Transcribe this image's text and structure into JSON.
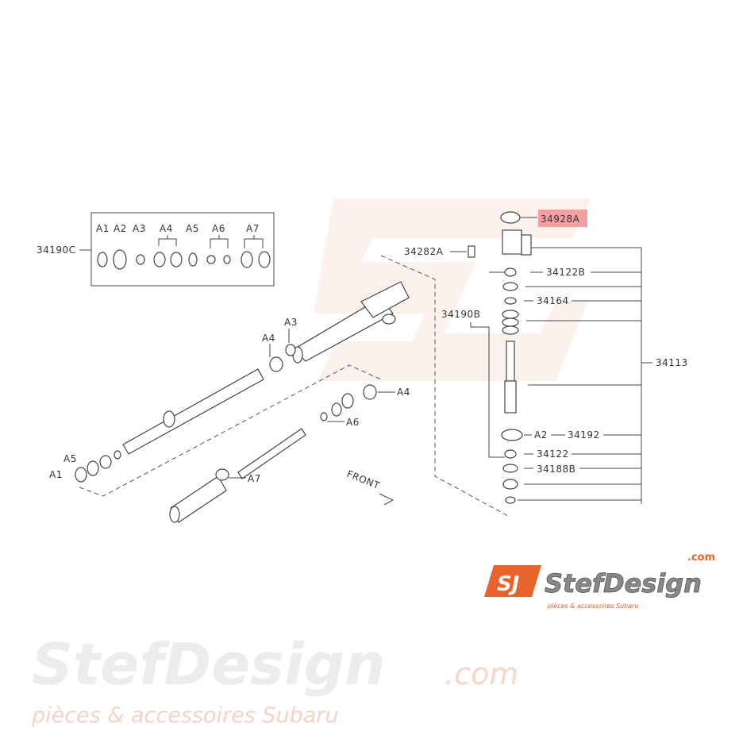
{
  "watermark": {
    "brand": "StefDesign",
    "tld": ".com",
    "tagline": "pièces & accessoires Subaru"
  },
  "logo": {
    "brand": "StefDesign",
    "tld": ".com",
    "tagline": "pièces & accessoires Subaru",
    "accent": "#e8622c"
  },
  "kit": {
    "part_number": "34190C",
    "items": [
      "A1",
      "A2",
      "A3",
      "A4",
      "A5",
      "A6",
      "A7"
    ]
  },
  "left_labels": {
    "a3": "A3",
    "a4_top": "A4",
    "a4_right": "A4",
    "a6": "A6",
    "a5": "A5",
    "a1": "A1",
    "a7": "A7",
    "front": "FRONT"
  },
  "right_labels": {
    "highlighted": "34928A",
    "bolt": "34282A",
    "p34122b": "34122B",
    "p34164": "34164",
    "p34190b": "34190B",
    "p34113": "34113",
    "a2": "A2",
    "p34192": "34192",
    "p34122": "34122",
    "p34188b": "34188B"
  },
  "colors": {
    "highlight": "#f4a0a0"
  }
}
